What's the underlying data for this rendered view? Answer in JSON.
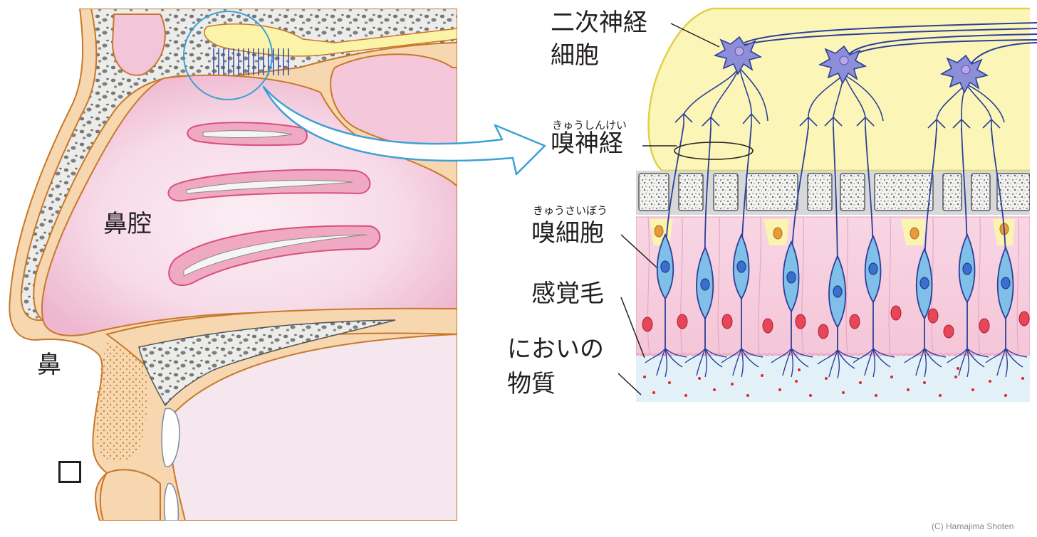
{
  "labels": {
    "secondary_neuron_line1": "二次神経",
    "secondary_neuron_line2": "細胞",
    "olfactory_nerve_ruby": "きゅうしんけい",
    "olfactory_nerve": "嗅神経",
    "olfactory_cell_ruby": "きゅうさいぼう",
    "olfactory_cell": "嗅細胞",
    "sensory_hair": "感覚毛",
    "odor_substance_line1": "においの",
    "odor_substance_line2": "物質",
    "nasal_cavity": "鼻腔",
    "nose": "鼻"
  },
  "copyright": "(C) Hamajima Shoten",
  "colors": {
    "skin": "#f6d7b0",
    "skin_outline": "#c8782a",
    "bone": "#e8e8e6",
    "bone_spots": "#7a7a7a",
    "mucosa": "#f4cfe0",
    "mucosa_dark": "#e39bbb",
    "turbinate_outline": "#d94f7a",
    "bulb": "#fbf6b8",
    "bulb_outline": "#e2cf4a",
    "neuron": "#2c3f9a",
    "olfactory_cell": "#7fbfe8",
    "callout": "#3da0d6",
    "odor_dot": "#e0262a"
  },
  "icons": {
    "callout_arrow": "arrow-right-outline-icon",
    "answer_box": "empty-square-icon"
  }
}
